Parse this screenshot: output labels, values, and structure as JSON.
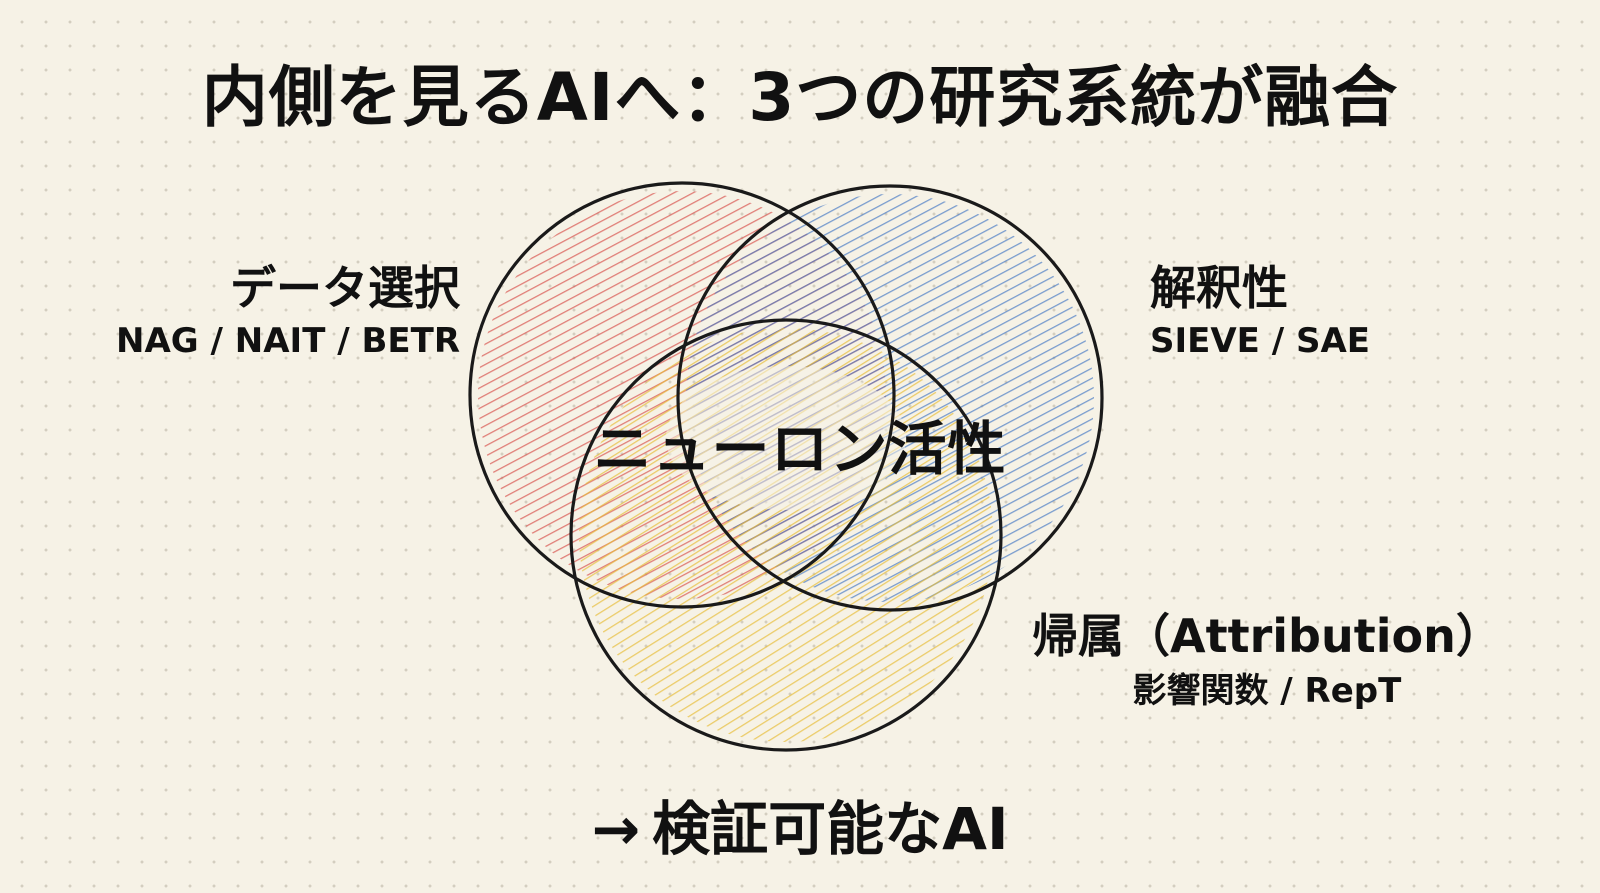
{
  "title": "内側を見るAIへ：3つの研究系統が融合",
  "diagram": {
    "sets": [
      {
        "id": "data-selection",
        "name": "データ選択",
        "methods": "NAG / NAIT / BETR",
        "color": "#d9534f"
      },
      {
        "id": "interpretability",
        "name": "解釈性",
        "methods": "SIEVE / SAE",
        "color": "#4a7cc4"
      },
      {
        "id": "attribution",
        "name": "帰属（Attribution）",
        "methods": "影響関数 / RepT",
        "color": "#e8bd3a"
      }
    ],
    "center": "ニューロン活性",
    "outline_color": "#1a1a1a"
  },
  "conclusion": {
    "arrow": "→",
    "text": "検証可能なAI"
  }
}
